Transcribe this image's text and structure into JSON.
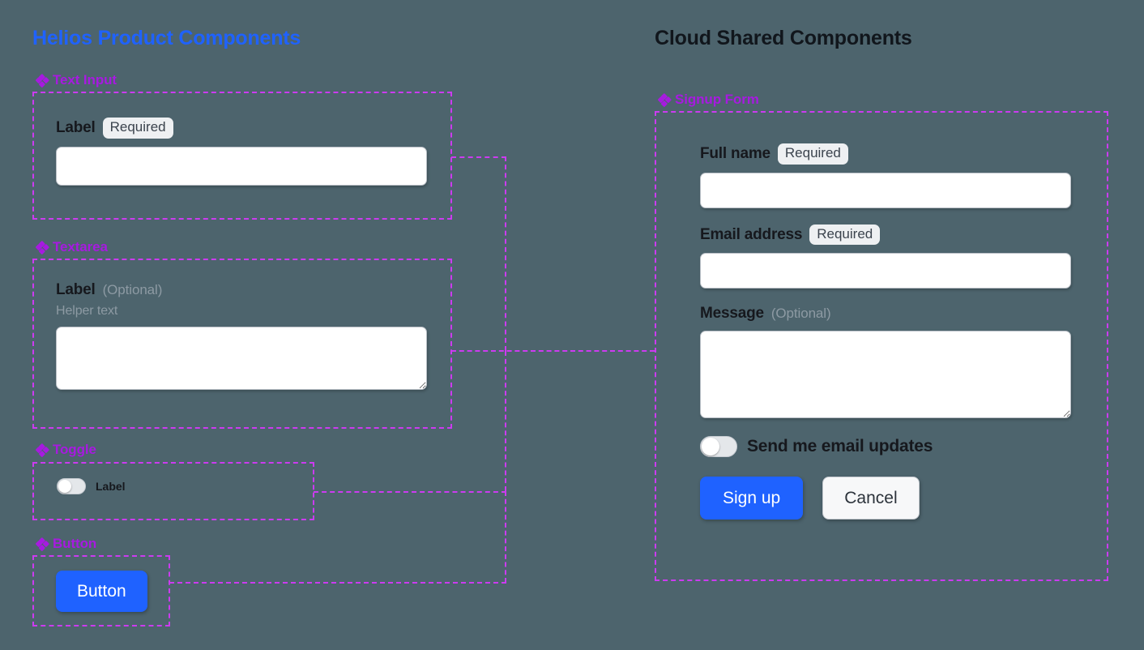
{
  "panels": {
    "left": {
      "title": "Helios Product Components",
      "title_color": "#1f62ff",
      "sections": [
        {
          "name": "Text Input",
          "icon": "component-diamond-icon",
          "label": "Label",
          "badge": "Required",
          "input_value": "",
          "input_placeholder": ""
        },
        {
          "name": "Textarea",
          "icon": "component-diamond-icon",
          "label": "Label",
          "optional": "(Optional)",
          "helper": "Helper text",
          "textarea_value": "",
          "textarea_placeholder": ""
        },
        {
          "name": "Toggle",
          "icon": "component-diamond-icon",
          "label": "Label",
          "state": "off"
        },
        {
          "name": "Button",
          "icon": "component-diamond-icon",
          "label": "Button"
        }
      ]
    },
    "right": {
      "title": "Cloud Shared Components",
      "title_color": "#11161c",
      "section": {
        "name": "Signup Form",
        "icon": "component-diamond-icon",
        "fields": [
          {
            "label": "Full name",
            "badge": "Required",
            "value": "",
            "placeholder": ""
          },
          {
            "label": "Email address",
            "badge": "Required",
            "value": "",
            "placeholder": ""
          },
          {
            "label": "Message",
            "optional": "(Optional)",
            "value": "",
            "placeholder": ""
          }
        ],
        "toggle": {
          "label": "Send me email updates",
          "state": "off"
        },
        "buttons": {
          "primary": "Sign up",
          "secondary": "Cancel"
        }
      }
    }
  },
  "colors": {
    "background": "#4d646d",
    "frame_stroke": "#cc3bf0",
    "component_label": "#a71ae0",
    "accent_blue": "#1f62ff",
    "badge_bg": "#eef0f2",
    "muted_text": "#8d9aa3"
  }
}
